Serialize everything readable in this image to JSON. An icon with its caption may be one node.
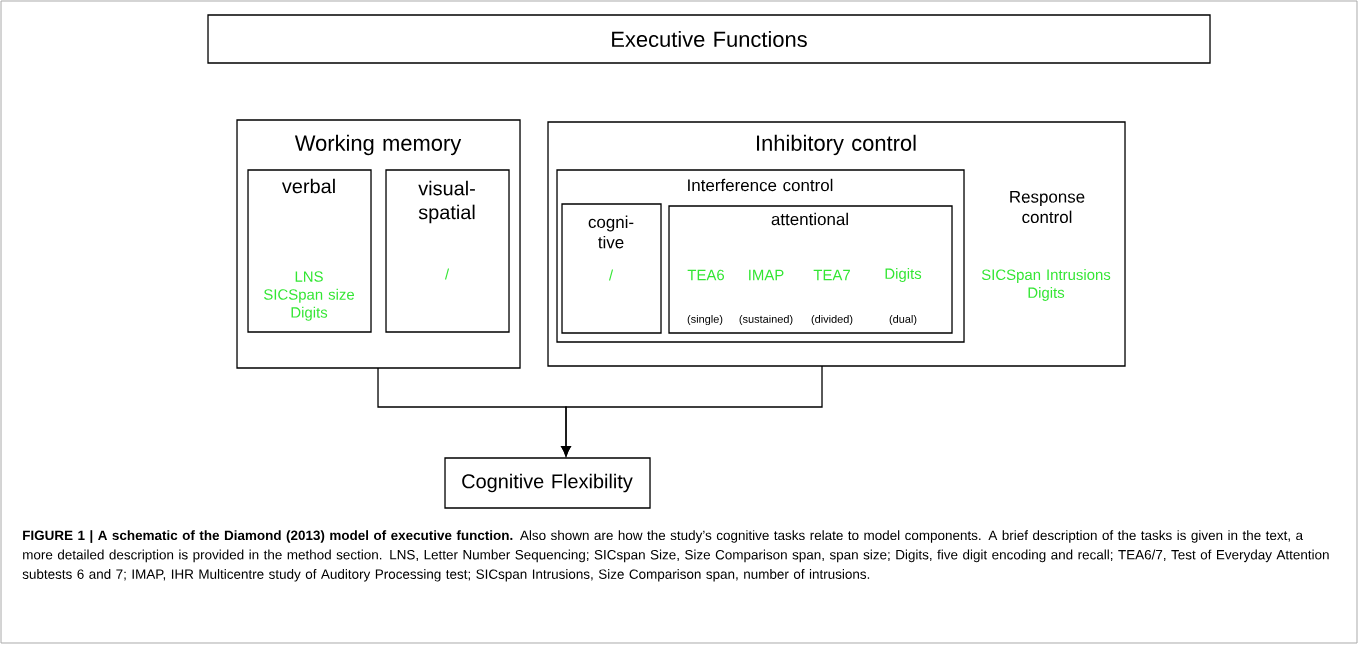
{
  "diagram": {
    "caption": "**FIGURE 1 | A schematic of the Diamond (2013) model of executive function.** Also shown are how the study’s cognitive tasks relate to model components. A brief description of the tasks is given in the text, a more detailed description is provided in the method section. LNS, Letter Number Sequencing; SICspan Size, Size Comparison span, span size; Digits, five digit encoding and recall; TEA6/7, Test of Everyday Attention subtests 6 and 7; IMAP, IHR Multicentre study of Auditory Processing test; SICspan Intrusions, Size Comparison span, number of intrusions.",
    "nodes": [
      {
        "text": [
          "Executive Functions"
        ]
      },
      {
        "text": [
          "Working memory"
        ]
      },
      {
        "text": [
          "verbal",
          "LNS SICSpan size Digits"
        ],
        "in": 1
      },
      {
        "text": [
          "visual- spatial",
          "/"
        ],
        "in": 1
      },
      {
        "text": [
          "Inhibitory control",
          "Response control",
          "SICSpan Intrusions Digits"
        ]
      },
      {
        "text": [
          "Interference control"
        ],
        "in": 4
      },
      {
        "text": [
          "cogni- tive",
          "/"
        ],
        "in": 5
      },
      {
        "text": [
          "attentional",
          "TEA6",
          "(single)",
          "IMAP",
          "(sustained)",
          "TEA7",
          "(divided)",
          "Digits",
          "(dual)"
        ],
        "in": 5
      },
      {
        "text": [
          "Cognitive Flexibility"
        ]
      }
    ],
    "edges": [
      {
        "from": 1,
        "to": 8,
        "arrow": "to"
      },
      {
        "from": 4,
        "to": 8,
        "arrow": "to"
      }
    ]
  }
}
